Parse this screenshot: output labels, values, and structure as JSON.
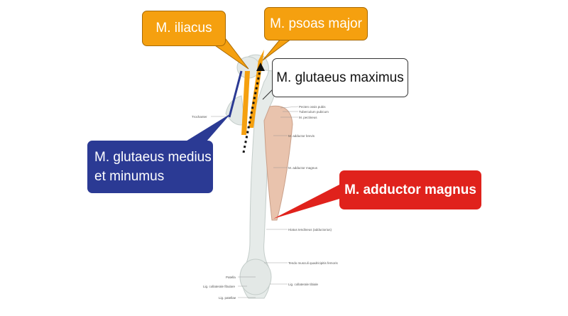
{
  "callouts": {
    "iliacus": "M. iliacus",
    "psoas": "M. psoas major",
    "glut_max": "M. glutaeus maximus",
    "glut_med_line1": "M. glutaeus medius",
    "glut_med_line2": "et minumus",
    "adductor": "M. adductor magnus"
  },
  "labels": {
    "trochanter": "Trochanter",
    "pecten": "Pecten ossis pubis",
    "tuberculum": "Tuberculum pubicum",
    "pectineus": "M. pectineus",
    "add_brevis": "M. adductor brevis",
    "add_magnus": "M. adductor magnus",
    "hiatus": "Hiatus tendineus (adductorius)",
    "tendo": "Tendo musculi quadricipitis femoris",
    "patella": "Patella",
    "lig_fib": "Lig. collaterale fibulare",
    "lig_pat": "Lig. patellae",
    "lig_tib": "Lig. collaterale tibiale"
  },
  "colors": {
    "orange": "#f5a00f",
    "blue": "#2b3a94",
    "red": "#e0221c",
    "white": "#ffffff"
  }
}
